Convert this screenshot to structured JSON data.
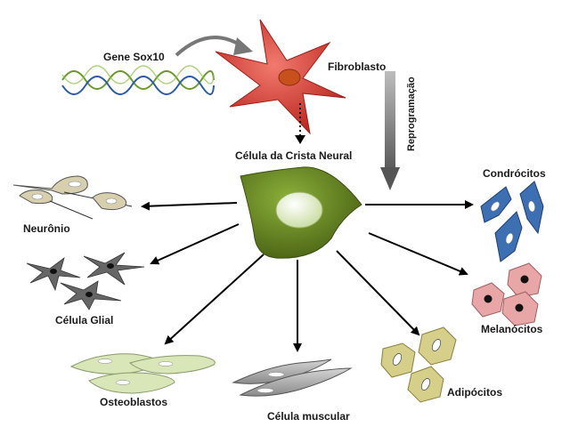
{
  "labels": {
    "gene": "Gene Sox10",
    "fibroblast": "Fibroblasto",
    "reprogramming": "Reprogramação",
    "neural_crest": "Célula da Crista Neural",
    "neuron": "Neurônio",
    "glial": "Célula Glial",
    "osteoblasts": "Osteoblastos",
    "muscle": "Célula muscular",
    "adipocytes": "Adipócitos",
    "melanocytes": "Melanócitos",
    "chondrocytes": "Condrócitos"
  },
  "colors": {
    "fibroblast": "#d9342b",
    "neural_crest": "#5d7a1e",
    "chondrocytes": "#3d6fb3",
    "melanocytes": "#e8a6a6",
    "adipocytes": "#d6cf8a",
    "muscle": "#c8c8c8",
    "osteoblasts": "#d9e6b8",
    "glial": "#555555",
    "neuron": "#d8cfae",
    "dna_green": "#6a9a2a",
    "dna_blue": "#2a5aa8"
  }
}
